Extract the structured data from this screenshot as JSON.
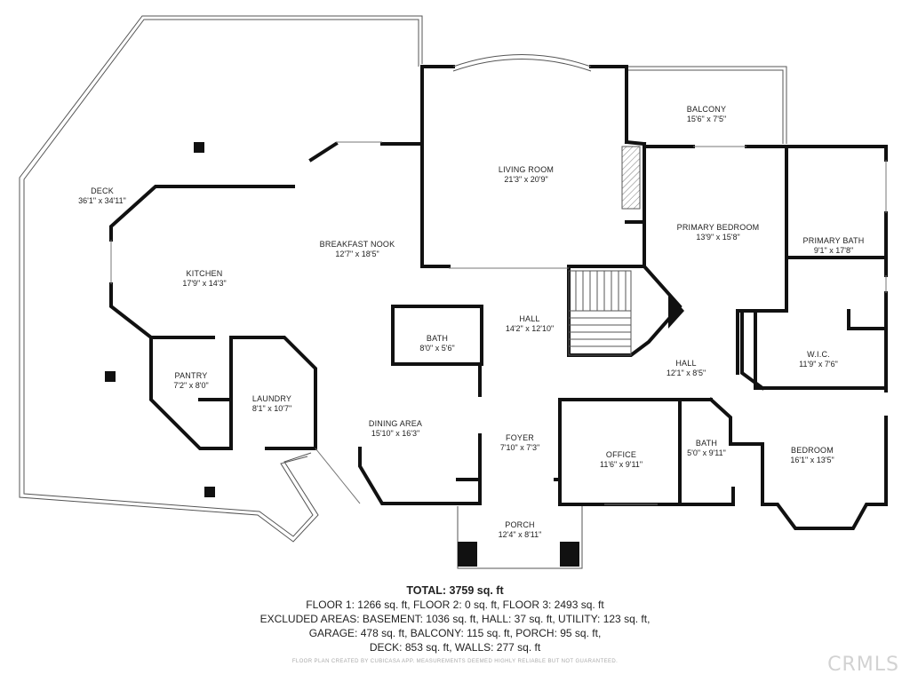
{
  "rooms": {
    "deck": {
      "name": "DECK",
      "dims": "36'1\" x 34'11\""
    },
    "kitchen": {
      "name": "KITCHEN",
      "dims": "17'9\" x 14'3\""
    },
    "breakfast_nook": {
      "name": "BREAKFAST NOOK",
      "dims": "12'7\" x 18'5\""
    },
    "living_room": {
      "name": "LIVING ROOM",
      "dims": "21'3\" x 20'9\""
    },
    "balcony": {
      "name": "BALCONY",
      "dims": "15'6\" x 7'5\""
    },
    "primary_bedroom": {
      "name": "PRIMARY BEDROOM",
      "dims": "13'9\" x 15'8\""
    },
    "primary_bath": {
      "name": "PRIMARY BATH",
      "dims": "9'1\" x 17'8\""
    },
    "pantry": {
      "name": "PANTRY",
      "dims": "7'2\" x 8'0\""
    },
    "laundry": {
      "name": "LAUNDRY",
      "dims": "8'1\" x 10'7\""
    },
    "bath_hall": {
      "name": "BATH",
      "dims": "8'0\" x 5'6\""
    },
    "hall_main": {
      "name": "HALL",
      "dims": "14'2\" x 12'10\""
    },
    "hall_east": {
      "name": "HALL",
      "dims": "12'1\" x 8'5\""
    },
    "wic": {
      "name": "W.I.C.",
      "dims": "11'9\" x 7'6\""
    },
    "dining_area": {
      "name": "DINING AREA",
      "dims": "15'10\" x 16'3\""
    },
    "foyer": {
      "name": "FOYER",
      "dims": "7'10\" x 7'3\""
    },
    "office": {
      "name": "OFFICE",
      "dims": "11'6\" x 9'11\""
    },
    "bath_east": {
      "name": "BATH",
      "dims": "5'0\" x 9'11\""
    },
    "bedroom": {
      "name": "BEDROOM",
      "dims": "16'1\" x 13'5\""
    },
    "porch": {
      "name": "PORCH",
      "dims": "12'4\" x 8'11\""
    }
  },
  "summary": {
    "total": "TOTAL: 3759 sq. ft",
    "line1": "FLOOR 1: 1266 sq. ft, FLOOR 2: 0 sq. ft, FLOOR 3: 2493 sq. ft",
    "line2": "EXCLUDED AREAS: BASEMENT: 1036 sq. ft, HALL: 37 sq. ft, UTILITY: 123 sq. ft,",
    "line3": "GARAGE: 478 sq. ft, BALCONY: 115 sq. ft, PORCH: 95 sq. ft,",
    "line4": "DECK: 853 sq. ft, WALLS: 277 sq. ft"
  },
  "disclaimer": "FLOOR PLAN CREATED BY CUBICASA APP. MEASUREMENTS DEEMED HIGHLY RELIABLE BUT NOT GUARANTEED.",
  "watermark": "CRMLS",
  "colors": {
    "wall": "#111111",
    "thin_line": "#555555",
    "fireplace_hatch": "#777777"
  }
}
